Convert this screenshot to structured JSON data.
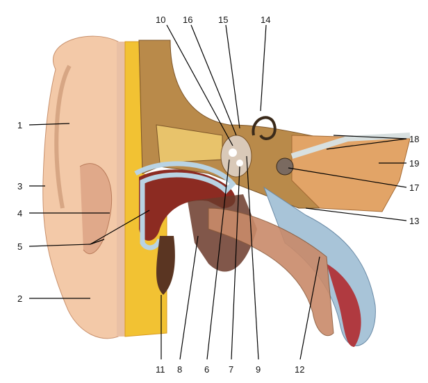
{
  "labels": {
    "l1": "1",
    "l2": "2",
    "l3": "3",
    "l4": "4",
    "l5": "5",
    "l6": "6",
    "l7": "7",
    "l8": "8",
    "l9": "9",
    "l10": "10",
    "l11": "11",
    "l12": "12",
    "l13": "13",
    "l14": "14",
    "l15": "15",
    "l16": "16",
    "l17": "17",
    "l18": "18",
    "l19": "19"
  },
  "colors": {
    "skin": "#f3c9a8",
    "cartilage": "#f2c233",
    "bone": "#b98a4a",
    "canal": "#8c2b22",
    "blue": "#b9d3e3"
  }
}
